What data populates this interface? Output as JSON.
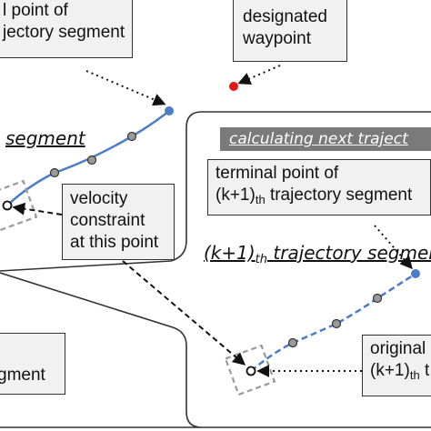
{
  "labels": {
    "box_top_left_line1": "l point of",
    "box_top_left_line2": "jectory segment",
    "designated_line1": "designated",
    "designated_line2": "waypoint",
    "segment_left": "segment",
    "banner": "calculating next traject",
    "terminal_line1": "terminal point of",
    "terminal_line2_prefix": "(k+1)",
    "terminal_line2_sub": "th",
    "terminal_line2_suffix": " trajectory segment",
    "velocity_line1": "velocity",
    "velocity_line2": "constraint",
    "velocity_line3": "at this point",
    "k1_prefix": "(k+1)",
    "k1_sub": "th",
    "k1_suffix": " trajectory segment",
    "original_line1": "original",
    "original_line2_prefix": "(k+1)",
    "original_line2_sub": "th",
    "original_line2_suffix": " t",
    "bottom_left": "gment"
  },
  "colors": {
    "trajectory_line": "#4a7cc7",
    "endpoint_blue": "#4a7cc7",
    "waypoint_red": "#e01818",
    "waypoint_gray": "#9a9a9a",
    "box_fill": "#f1f1f1",
    "banner_fill": "#7a7a7a"
  }
}
